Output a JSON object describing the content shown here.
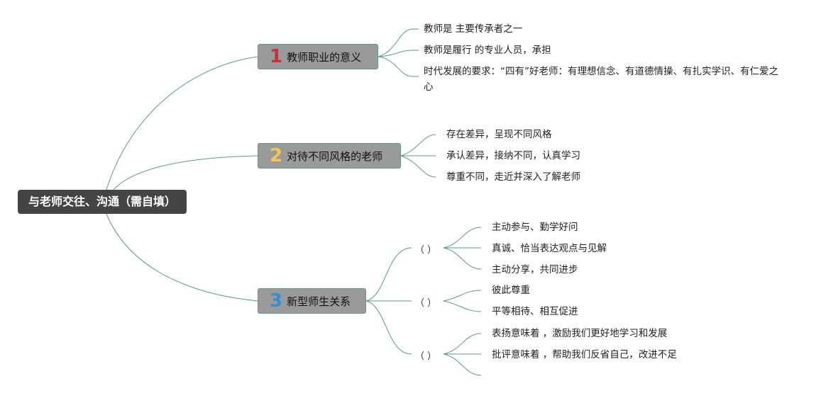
{
  "root": {
    "label": "与老师交往、沟通（需自填）"
  },
  "colors": {
    "root_bg": "#444444",
    "topic_bg": "#9a9a9a",
    "link": "#5f9a86",
    "num1": "#d22b3a",
    "num2": "#f2c94c",
    "num3": "#2f8fd8"
  },
  "topics": [
    {
      "num": "1",
      "label": "教师职业的意义",
      "children": [
        "教师是 主要传承者之一",
        "教师是履行 的专业人员，承担",
        "时代发展的要求：“四有”好老师：有理想信念、有道德情操、有扎实学识、有仁爱之心"
      ]
    },
    {
      "num": "2",
      "label": "对待不同风格的老师",
      "children": [
        "存在差异，呈现不同风格",
        "承认差异，接纳不同，认真学习",
        "尊重不同，走近并深入了解老师"
      ]
    },
    {
      "num": "3",
      "label": "新型师生关系",
      "groups": [
        {
          "label": "（ ）",
          "children": [
            "主动参与、勤学好问",
            "真诚、恰当表达观点与见解",
            "主动分享，共同进步"
          ]
        },
        {
          "label": "（ ）",
          "children": [
            "彼此尊重",
            "平等相待、相互促进"
          ]
        },
        {
          "label": "（ ）",
          "children": [
            "表扬意味着 ，激励我们更好地学习和发展",
            "批评意味着 ，帮助我们反省自己，改进不足",
            ""
          ]
        }
      ]
    }
  ]
}
